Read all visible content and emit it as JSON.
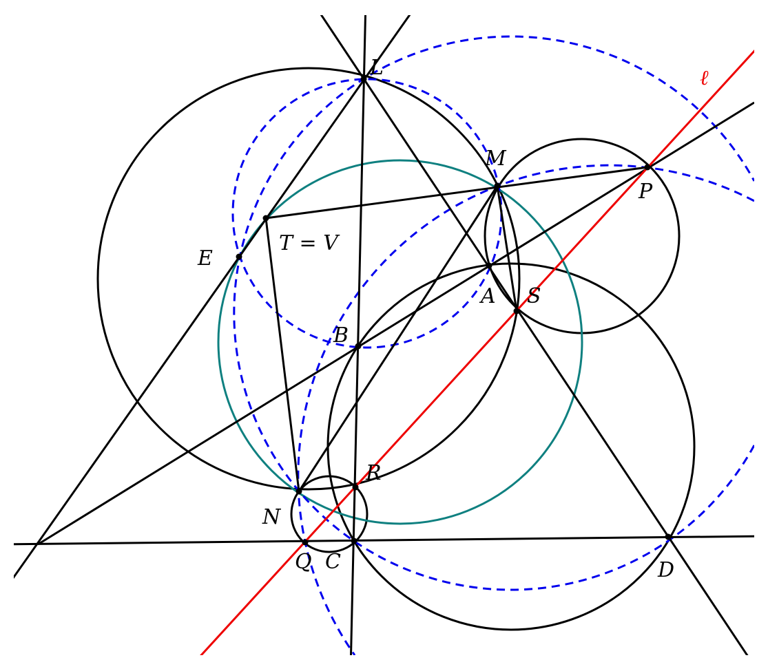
{
  "figure": {
    "type": "geometry-construction",
    "colors": {
      "lines": "#000000",
      "circle_highlight": "#0f8080",
      "dashed_circles": "#0000ee",
      "line_ell": "#ee0000"
    }
  },
  "labels": {
    "L": "L",
    "M": "M",
    "P": "P",
    "E": "E",
    "TV": "T = V",
    "A": "A",
    "S": "S",
    "B": "B",
    "R": "R",
    "N": "N",
    "Q": "Q",
    "C": "C",
    "D": "D",
    "ell": "ℓ"
  }
}
